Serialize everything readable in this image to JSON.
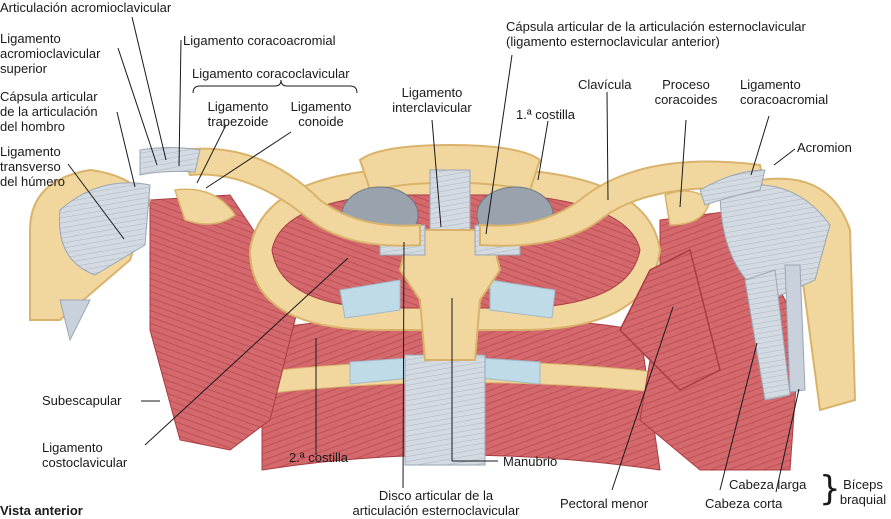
{
  "view_label": "Vista anterior",
  "colors": {
    "bone": "#f1d79d",
    "bone_shade": "#d9b36b",
    "muscle": "#d4696d",
    "muscle_dark": "#a83c42",
    "ligament": "#c9d2dc",
    "cartilage": "#bfdbe8",
    "leader": "#1a1a1a"
  },
  "labels": {
    "acromioclavicular_joint": "Articulación acromioclavicular",
    "sup_ac_ligament": [
      "Ligamento",
      "acromioclavicular",
      "superior"
    ],
    "coracoacromial_left": "Ligamento coracoacromial",
    "coracoclavicular": "Ligamento coracoclavicular",
    "trapezoid": [
      "Ligamento",
      "trapezoide"
    ],
    "conoid": [
      "Ligamento",
      "conoide"
    ],
    "shoulder_capsule": [
      "Cápsula articular",
      "de la articulación",
      "del hombro"
    ],
    "transverse_humeral": [
      "Ligamento",
      "transverso",
      "del húmero"
    ],
    "interclavicular": [
      "Ligamento",
      "interclavicular"
    ],
    "sc_capsule": [
      "Cápsula articular de la articulación esternoclavicular",
      "(ligamento esternoclavicular anterior)"
    ],
    "first_rib": "1.ª costilla",
    "clavicle": "Clavícula",
    "coracoid": [
      "Proceso",
      "coracoides"
    ],
    "coracoacromial_right": [
      "Ligamento",
      "coracoacromial"
    ],
    "acromion": "Acromion",
    "subscapularis": "Subescapular",
    "costoclavicular": [
      "Ligamento",
      "costoclavicular"
    ],
    "second_rib": "2.ª costilla",
    "manubrium": "Manubrio",
    "articular_disc": [
      "Disco articular de la",
      "articulación esternoclavicular"
    ],
    "pectoralis_minor": "Pectoral menor",
    "long_head": "Cabeza larga",
    "short_head": "Cabeza corta",
    "biceps": [
      "Bíceps",
      "braquial"
    ]
  }
}
